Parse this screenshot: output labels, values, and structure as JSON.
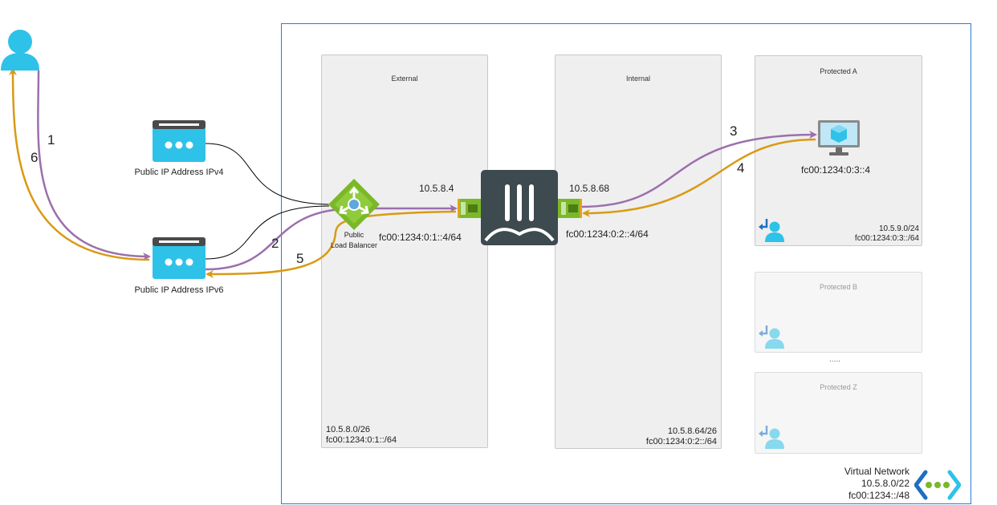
{
  "subnets": {
    "external": {
      "title": "External",
      "cidr_v4": "10.5.8.0/26",
      "cidr_v6": "fc00:1234:0:1::/64"
    },
    "internal": {
      "title": "Internal",
      "cidr_v4": "10.5.8.64/26",
      "cidr_v6": "fc00:1234:0:2::/64"
    },
    "protected_a": {
      "title": "Protected A",
      "cidr_v4": "10.5.9.0/24",
      "cidr_v6": "fc00:1234:0:3::/64"
    },
    "protected_b": {
      "title": "Protected B"
    },
    "protected_z": {
      "title": "Protected Z"
    },
    "ellipsis": "....."
  },
  "vnet": {
    "title": "Virtual Network",
    "cidr_v4": "10.5.8.0/22",
    "cidr_v6": "fc00:1234::/48"
  },
  "nodes": {
    "pip_v4": "Public IP Address IPv4",
    "pip_v6": "Public IP Address IPv6",
    "load_balancer_line1": "Public",
    "load_balancer_line2": "Load Balancer",
    "ext_nic_v4": "10.5.8.4",
    "ext_nic_v6": "fc00:1234:0:1::4/64",
    "int_nic_v4": "10.5.8.68",
    "int_nic_v6": "fc00:1234:0:2::4/64",
    "vm_ip": "fc00:1234:0:3::4"
  },
  "steps": [
    "1",
    "2",
    "3",
    "4",
    "5",
    "6"
  ],
  "colors": {
    "request": "#9b6fad",
    "response": "#d99a14",
    "vnet_border": "#2a7fd4",
    "azure_blue": "#2ec2e8",
    "lb_green": "#7ab829",
    "firewall": "#3d4a4f"
  }
}
